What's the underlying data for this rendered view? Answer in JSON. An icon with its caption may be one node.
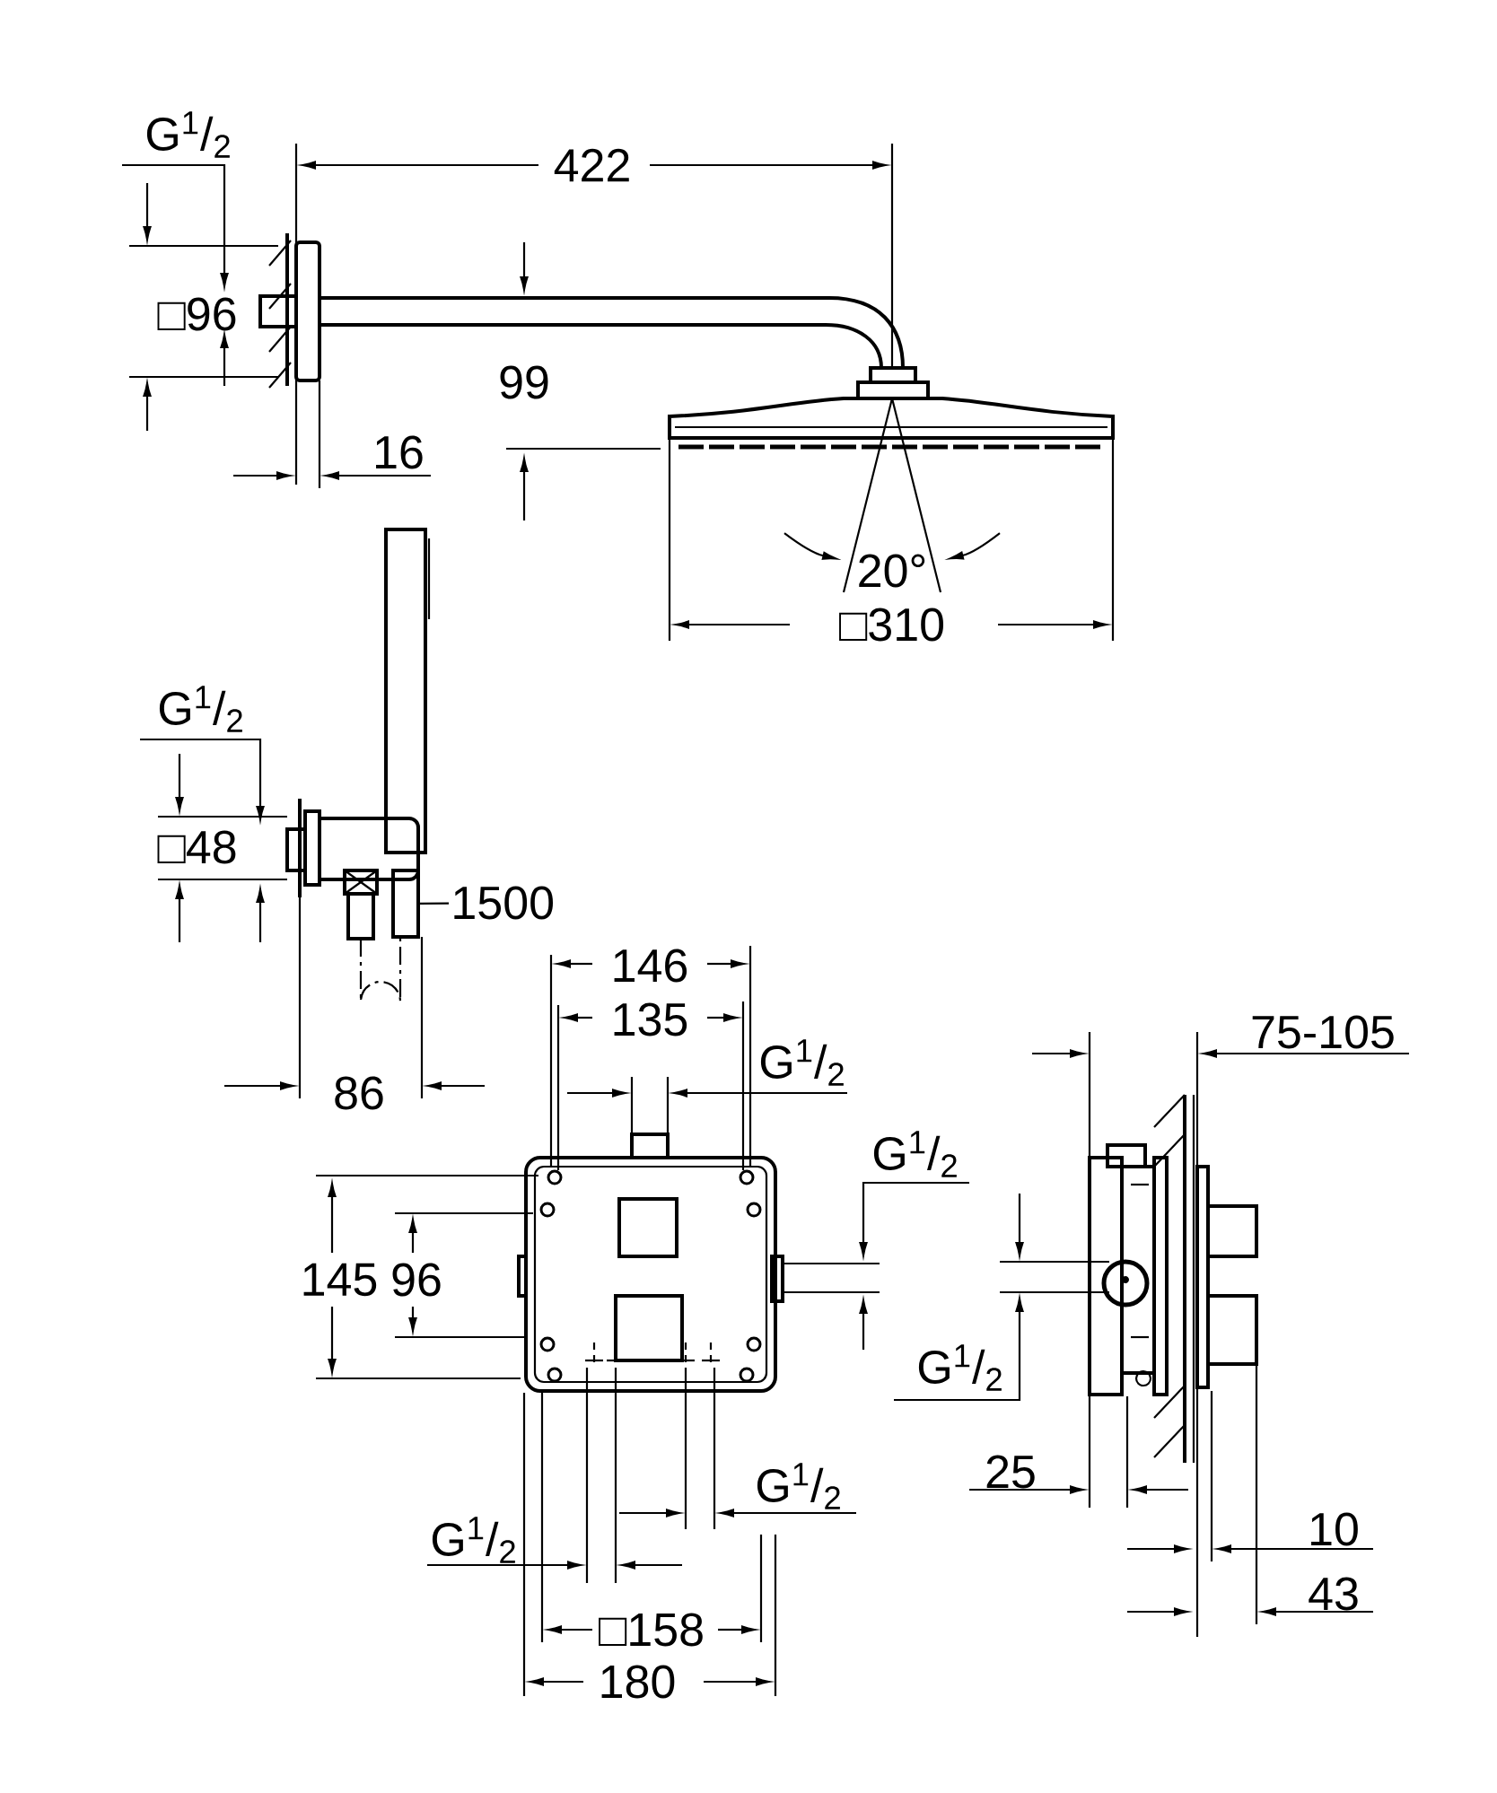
{
  "diagram": {
    "nodes": [
      {
        "text": [
          "1500"
        ]
      },
      {
        "text": [],
        "shape": "box"
      }
    ],
    "edges": [
      {
        "from": 0,
        "to": 1,
        "arrow": "none"
      }
    ],
    "labels": [
      "G$^{1}$/$_{2}$",
      "422",
      "□96",
      "99",
      "16",
      "20°",
      "□310",
      "G$^{1}$/$_{2}$",
      "□48",
      "86",
      "146",
      "135",
      "G$^{1}$/$_{2}$",
      "G$^{1}$/$_{2}$",
      "75-105",
      "145",
      "96",
      "G$^{1}$/$_{2}$",
      "25",
      "G$^{1}$/$_{2}$",
      "10",
      "G$^{1}$/$_{2}$",
      "□158",
      "43",
      "180"
    ]
  }
}
